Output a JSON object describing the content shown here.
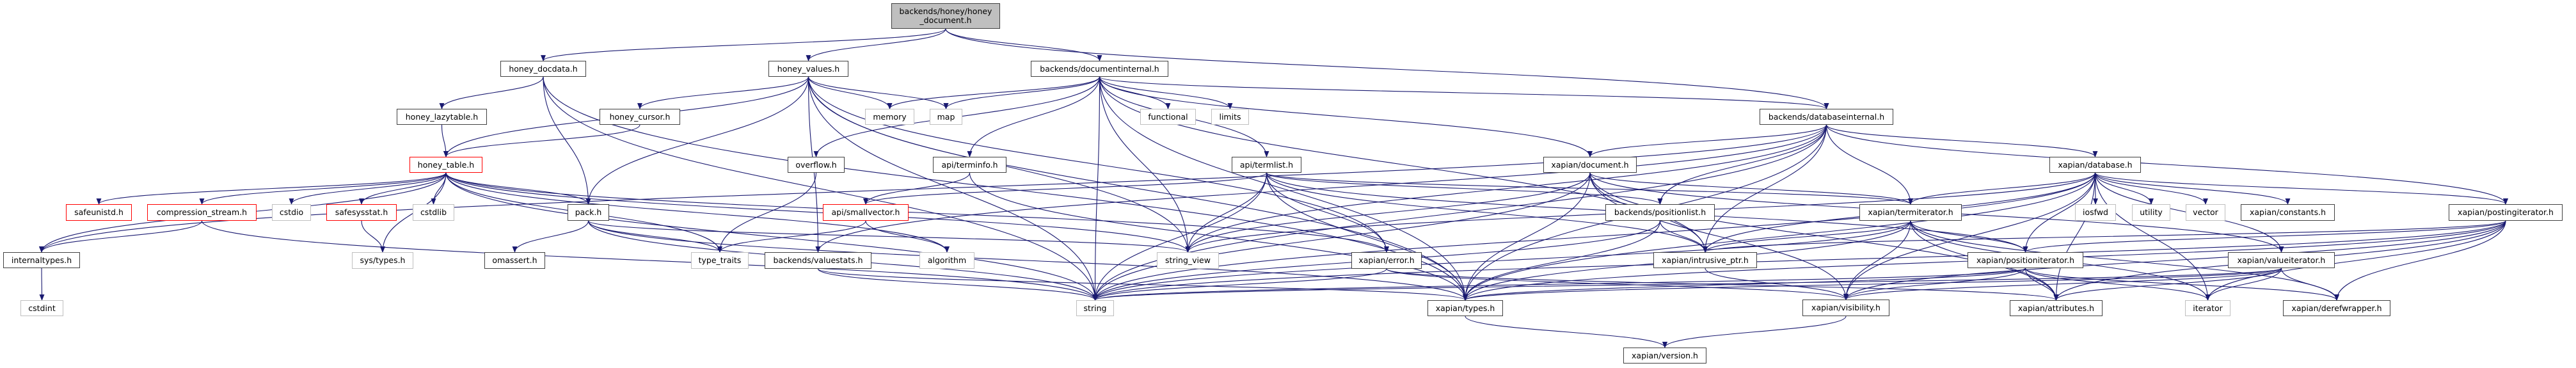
{
  "graph": {
    "title": "Include dependency graph for backends/honey/honey_document.h",
    "edge_color": "#191970",
    "nodes": [
      {
        "id": "root",
        "label": "backends/honey/honey\n_document.h",
        "kind": "root"
      },
      {
        "id": "docdata",
        "label": "honey_docdata.h",
        "kind": "doc"
      },
      {
        "id": "values",
        "label": "honey_values.h",
        "kind": "doc"
      },
      {
        "id": "docinternal",
        "label": "backends/documentinternal.h",
        "kind": "doc"
      },
      {
        "id": "dbinternal",
        "label": "backends/databaseinternal.h",
        "kind": "doc"
      },
      {
        "id": "lazytable",
        "label": "honey_lazytable.h",
        "kind": "doc"
      },
      {
        "id": "cursor",
        "label": "honey_cursor.h",
        "kind": "doc"
      },
      {
        "id": "memory",
        "label": "memory",
        "kind": "sys"
      },
      {
        "id": "map",
        "label": "map",
        "kind": "sys"
      },
      {
        "id": "functional",
        "label": "functional",
        "kind": "sys"
      },
      {
        "id": "limits",
        "label": "limits",
        "kind": "sys"
      },
      {
        "id": "table",
        "label": "honey_table.h",
        "kind": "red"
      },
      {
        "id": "overflow",
        "label": "overflow.h",
        "kind": "doc"
      },
      {
        "id": "terminfo",
        "label": "api/terminfo.h",
        "kind": "doc"
      },
      {
        "id": "termlist",
        "label": "api/termlist.h",
        "kind": "doc"
      },
      {
        "id": "xdocument",
        "label": "xapian/document.h",
        "kind": "doc"
      },
      {
        "id": "xdatabase",
        "label": "xapian/database.h",
        "kind": "doc"
      },
      {
        "id": "safeunistd",
        "label": "safeunistd.h",
        "kind": "red"
      },
      {
        "id": "compression",
        "label": "compression_stream.h",
        "kind": "red"
      },
      {
        "id": "cstdio",
        "label": "cstdio",
        "kind": "sys"
      },
      {
        "id": "safesysstat",
        "label": "safesysstat.h",
        "kind": "red"
      },
      {
        "id": "cstdlib",
        "label": "cstdlib",
        "kind": "sys"
      },
      {
        "id": "pack",
        "label": "pack.h",
        "kind": "doc"
      },
      {
        "id": "smallvector",
        "label": "api/smallvector.h",
        "kind": "red"
      },
      {
        "id": "positionlist",
        "label": "backends/positionlist.h",
        "kind": "doc"
      },
      {
        "id": "termiterator",
        "label": "xapian/termiterator.h",
        "kind": "doc"
      },
      {
        "id": "iosfwd",
        "label": "iosfwd",
        "kind": "sys"
      },
      {
        "id": "utility",
        "label": "utility",
        "kind": "sys"
      },
      {
        "id": "vector",
        "label": "vector",
        "kind": "sys"
      },
      {
        "id": "constants",
        "label": "xapian/constants.h",
        "kind": "doc"
      },
      {
        "id": "postingiterator",
        "label": "xapian/postingiterator.h",
        "kind": "doc"
      },
      {
        "id": "internaltypes",
        "label": "internaltypes.h",
        "kind": "doc"
      },
      {
        "id": "systypes",
        "label": "sys/types.h",
        "kind": "sys"
      },
      {
        "id": "omassert",
        "label": "omassert.h",
        "kind": "doc"
      },
      {
        "id": "typetraits",
        "label": "type_traits",
        "kind": "sys"
      },
      {
        "id": "valuestats",
        "label": "backends/valuestats.h",
        "kind": "doc"
      },
      {
        "id": "algorithm",
        "label": "algorithm",
        "kind": "sys"
      },
      {
        "id": "stringview",
        "label": "string_view",
        "kind": "sys"
      },
      {
        "id": "xerror",
        "label": "xapian/error.h",
        "kind": "doc"
      },
      {
        "id": "intrusive",
        "label": "xapian/intrusive_ptr.h",
        "kind": "doc"
      },
      {
        "id": "positioniterator",
        "label": "xapian/positioniterator.h",
        "kind": "doc"
      },
      {
        "id": "valueiterator",
        "label": "xapian/valueiterator.h",
        "kind": "doc"
      },
      {
        "id": "cstdint",
        "label": "cstdint",
        "kind": "sys"
      },
      {
        "id": "string",
        "label": "string",
        "kind": "sys"
      },
      {
        "id": "xtypes",
        "label": "xapian/types.h",
        "kind": "doc"
      },
      {
        "id": "visibility",
        "label": "xapian/visibility.h",
        "kind": "doc"
      },
      {
        "id": "attributes",
        "label": "xapian/attributes.h",
        "kind": "doc"
      },
      {
        "id": "iterator",
        "label": "iterator",
        "kind": "sys"
      },
      {
        "id": "derefwrapper",
        "label": "xapian/derefwrapper.h",
        "kind": "doc"
      },
      {
        "id": "version",
        "label": "xapian/version.h",
        "kind": "doc"
      }
    ],
    "edges": [
      [
        "root",
        "docdata"
      ],
      [
        "root",
        "values"
      ],
      [
        "root",
        "docinternal"
      ],
      [
        "root",
        "dbinternal"
      ],
      [
        "docdata",
        "lazytable"
      ],
      [
        "docdata",
        "pack"
      ],
      [
        "docdata",
        "string"
      ],
      [
        "docdata",
        "xtypes"
      ],
      [
        "lazytable",
        "table"
      ],
      [
        "values",
        "cursor"
      ],
      [
        "values",
        "memory"
      ],
      [
        "values",
        "map"
      ],
      [
        "values",
        "pack"
      ],
      [
        "values",
        "string"
      ],
      [
        "values",
        "valuestats"
      ],
      [
        "values",
        "xtypes"
      ],
      [
        "values",
        "stringview"
      ],
      [
        "values",
        "xerror"
      ],
      [
        "values",
        "table"
      ],
      [
        "cursor",
        "table"
      ],
      [
        "docinternal",
        "memory"
      ],
      [
        "docinternal",
        "map"
      ],
      [
        "docinternal",
        "functional"
      ],
      [
        "docinternal",
        "limits"
      ],
      [
        "docinternal",
        "overflow"
      ],
      [
        "docinternal",
        "terminfo"
      ],
      [
        "docinternal",
        "termlist"
      ],
      [
        "docinternal",
        "xdocument"
      ],
      [
        "docinternal",
        "string"
      ],
      [
        "docinternal",
        "stringview"
      ],
      [
        "docinternal",
        "xtypes"
      ],
      [
        "docinternal",
        "intrusive"
      ],
      [
        "docinternal",
        "dbinternal"
      ],
      [
        "dbinternal",
        "internaltypes"
      ],
      [
        "dbinternal",
        "xdocument"
      ],
      [
        "dbinternal",
        "xdatabase"
      ],
      [
        "dbinternal",
        "termiterator"
      ],
      [
        "dbinternal",
        "postingiterator"
      ],
      [
        "dbinternal",
        "positionlist"
      ],
      [
        "dbinternal",
        "string"
      ],
      [
        "dbinternal",
        "stringview"
      ],
      [
        "dbinternal",
        "xtypes"
      ],
      [
        "dbinternal",
        "intrusive"
      ],
      [
        "dbinternal",
        "valuestats"
      ],
      [
        "table",
        "internaltypes"
      ],
      [
        "table",
        "safeunistd"
      ],
      [
        "table",
        "compression"
      ],
      [
        "table",
        "cstdio"
      ],
      [
        "table",
        "safesysstat"
      ],
      [
        "table",
        "cstdlib"
      ],
      [
        "table",
        "systypes"
      ],
      [
        "table",
        "pack"
      ],
      [
        "table",
        "typetraits"
      ],
      [
        "table",
        "string"
      ],
      [
        "table",
        "stringview"
      ],
      [
        "table",
        "xerror"
      ],
      [
        "table",
        "algorithm"
      ],
      [
        "compression",
        "internaltypes"
      ],
      [
        "compression",
        "string"
      ],
      [
        "safesysstat",
        "systypes"
      ],
      [
        "internaltypes",
        "cstdint"
      ],
      [
        "pack",
        "omassert"
      ],
      [
        "pack",
        "typetraits"
      ],
      [
        "pack",
        "string"
      ],
      [
        "pack",
        "stringview"
      ],
      [
        "pack",
        "xtypes"
      ],
      [
        "overflow",
        "typetraits"
      ],
      [
        "terminfo",
        "smallvector"
      ],
      [
        "terminfo",
        "xtypes"
      ],
      [
        "smallvector",
        "algorithm"
      ],
      [
        "smallvector",
        "typetraits"
      ],
      [
        "termlist",
        "smallvector"
      ],
      [
        "termlist",
        "string"
      ],
      [
        "termlist",
        "stringview"
      ],
      [
        "termlist",
        "xtypes"
      ],
      [
        "termlist",
        "xerror"
      ],
      [
        "termlist",
        "intrusive"
      ],
      [
        "termlist",
        "positionlist"
      ],
      [
        "termlist",
        "termiterator"
      ],
      [
        "termlist",
        "positioniterator"
      ],
      [
        "xdocument",
        "string"
      ],
      [
        "xdocument",
        "stringview"
      ],
      [
        "xdocument",
        "xtypes"
      ],
      [
        "xdocument",
        "intrusive"
      ],
      [
        "xdocument",
        "termiterator"
      ],
      [
        "xdocument",
        "valueiterator"
      ],
      [
        "xdocument",
        "visibility"
      ],
      [
        "xdocument",
        "attributes"
      ],
      [
        "xdatabase",
        "iosfwd"
      ],
      [
        "xdatabase",
        "utility"
      ],
      [
        "xdatabase",
        "vector"
      ],
      [
        "xdatabase",
        "constants"
      ],
      [
        "xdatabase",
        "postingiterator"
      ],
      [
        "xdatabase",
        "termiterator"
      ],
      [
        "xdatabase",
        "positioniterator"
      ],
      [
        "xdatabase",
        "valueiterator"
      ],
      [
        "xdatabase",
        "intrusive"
      ],
      [
        "xdatabase",
        "string"
      ],
      [
        "xdatabase",
        "stringview"
      ],
      [
        "xdatabase",
        "xtypes"
      ],
      [
        "xdatabase",
        "visibility"
      ],
      [
        "xdatabase",
        "attributes"
      ],
      [
        "xdatabase",
        "iterator"
      ],
      [
        "positionlist",
        "intrusive"
      ],
      [
        "positionlist",
        "xtypes"
      ],
      [
        "positionlist",
        "string"
      ],
      [
        "termiterator",
        "positioniterator"
      ],
      [
        "termiterator",
        "xtypes"
      ],
      [
        "termiterator",
        "visibility"
      ],
      [
        "termiterator",
        "attributes"
      ],
      [
        "termiterator",
        "iterator"
      ],
      [
        "termiterator",
        "derefwrapper"
      ],
      [
        "termiterator",
        "string"
      ],
      [
        "termiterator",
        "intrusive"
      ],
      [
        "postingiterator",
        "positioniterator"
      ],
      [
        "postingiterator",
        "xtypes"
      ],
      [
        "postingiterator",
        "visibility"
      ],
      [
        "postingiterator",
        "attributes"
      ],
      [
        "postingiterator",
        "iterator"
      ],
      [
        "postingiterator",
        "derefwrapper"
      ],
      [
        "postingiterator",
        "string"
      ],
      [
        "postingiterator",
        "intrusive"
      ],
      [
        "positioniterator",
        "xtypes"
      ],
      [
        "positioniterator",
        "visibility"
      ],
      [
        "positioniterator",
        "attributes"
      ],
      [
        "positioniterator",
        "iterator"
      ],
      [
        "positioniterator",
        "derefwrapper"
      ],
      [
        "positioniterator",
        "string"
      ],
      [
        "valueiterator",
        "xtypes"
      ],
      [
        "valueiterator",
        "visibility"
      ],
      [
        "valueiterator",
        "attributes"
      ],
      [
        "valueiterator",
        "iterator"
      ],
      [
        "valueiterator",
        "derefwrapper"
      ],
      [
        "valueiterator",
        "string"
      ],
      [
        "xerror",
        "string"
      ],
      [
        "xerror",
        "visibility"
      ],
      [
        "xerror",
        "attributes"
      ],
      [
        "intrusive",
        "visibility"
      ],
      [
        "valuestats",
        "xtypes"
      ],
      [
        "valuestats",
        "string"
      ],
      [
        "xtypes",
        "version"
      ],
      [
        "visibility",
        "version"
      ]
    ]
  }
}
